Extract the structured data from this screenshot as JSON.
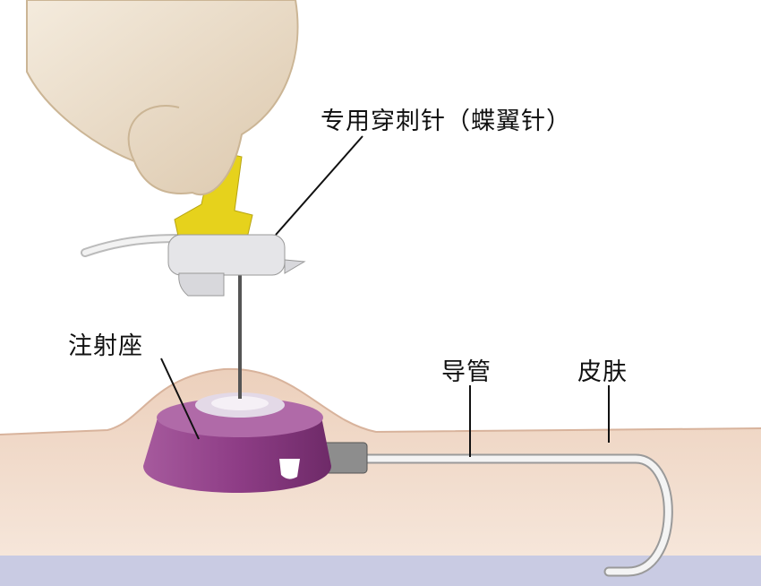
{
  "labels": {
    "needle": "专用穿刺针（蝶翼针）",
    "port": "注射座",
    "catheter": "导管",
    "skin": "皮肤"
  },
  "colors": {
    "skin": "#e8c9b3",
    "port": "#8e3d86",
    "wing": "#e6d21c",
    "finger": "#eee2cf",
    "vein": "#c4c7e0"
  }
}
